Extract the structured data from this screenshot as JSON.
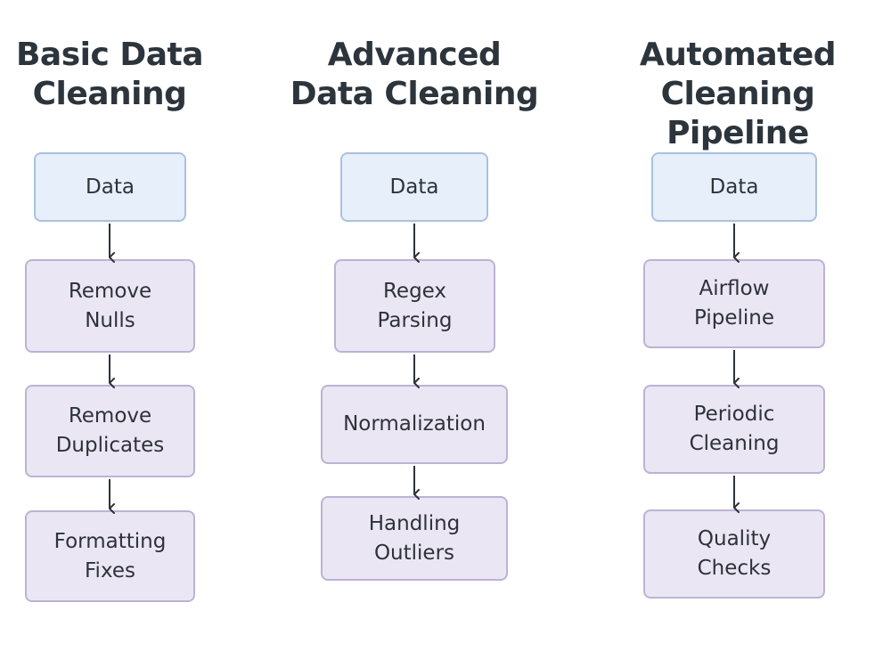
{
  "columns": [
    {
      "title": "Basic Data\nCleaning",
      "nodes": [
        "Data",
        "Remove\nNulls",
        "Remove\nDuplicates",
        "Formatting\nFixes"
      ]
    },
    {
      "title": "Advanced\nData Cleaning",
      "nodes": [
        "Data",
        "Regex\nParsing",
        "Normalization",
        "Handling\nOutliers"
      ]
    },
    {
      "title": "Automated\nCleaning Pipeline",
      "nodes": [
        "Data",
        "Airflow\nPipeline",
        "Periodic\nCleaning",
        "Quality\nChecks"
      ]
    }
  ]
}
